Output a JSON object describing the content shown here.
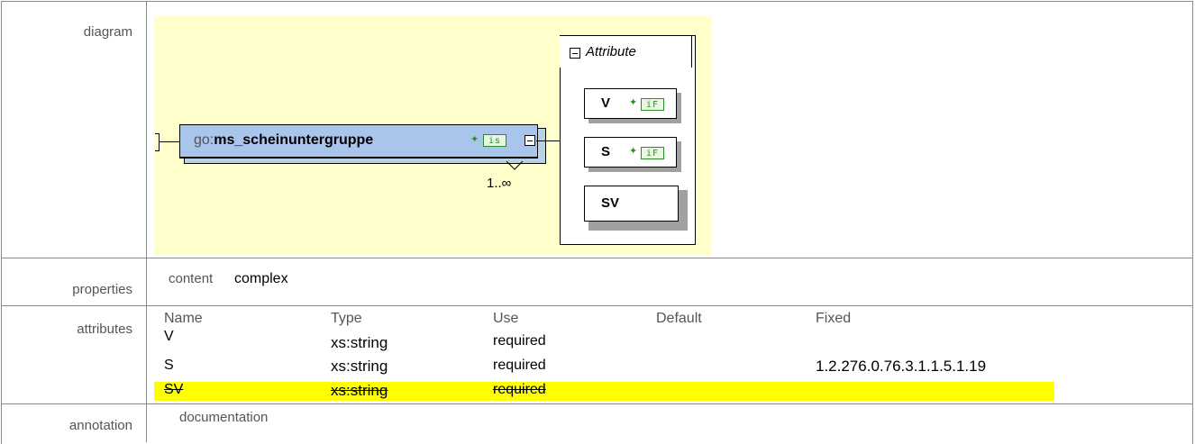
{
  "rows": {
    "diagram": "diagram",
    "properties": "properties",
    "attributes": "attributes",
    "annotation": "annotation"
  },
  "diagram": {
    "element_prefix": "go:",
    "element_name": "ms_scheinuntergruppe",
    "element_type_tag": "is",
    "multiplicity": "1..∞",
    "group_label": "Attribute",
    "attributes": [
      {
        "name": "V",
        "tag": "iF"
      },
      {
        "name": "S",
        "tag": "iF"
      },
      {
        "name": "SV",
        "tag": ""
      }
    ]
  },
  "properties": {
    "key": "content",
    "value": "complex"
  },
  "attributes_table": {
    "headers": [
      "Name",
      "Type",
      "Use",
      "Default",
      "Fixed"
    ],
    "rows": [
      {
        "name": "V",
        "type": "xs:string",
        "use": "required",
        "default": "",
        "fixed": ""
      },
      {
        "name": "S",
        "type": "xs:string",
        "use": "required",
        "default": "",
        "fixed": "1.2.276.0.76.3.1.1.5.1.19"
      },
      {
        "name": "SV",
        "type": "xs:string",
        "use": "required",
        "default": "",
        "fixed": "",
        "deprecated": true
      }
    ]
  },
  "annotation": {
    "key": "documentation"
  },
  "colors": {
    "diagram_bg": "#ffffcc",
    "element_fill": "#a9c5eb",
    "highlight": "#ffff00",
    "tag_green": "#2d8a2d"
  }
}
